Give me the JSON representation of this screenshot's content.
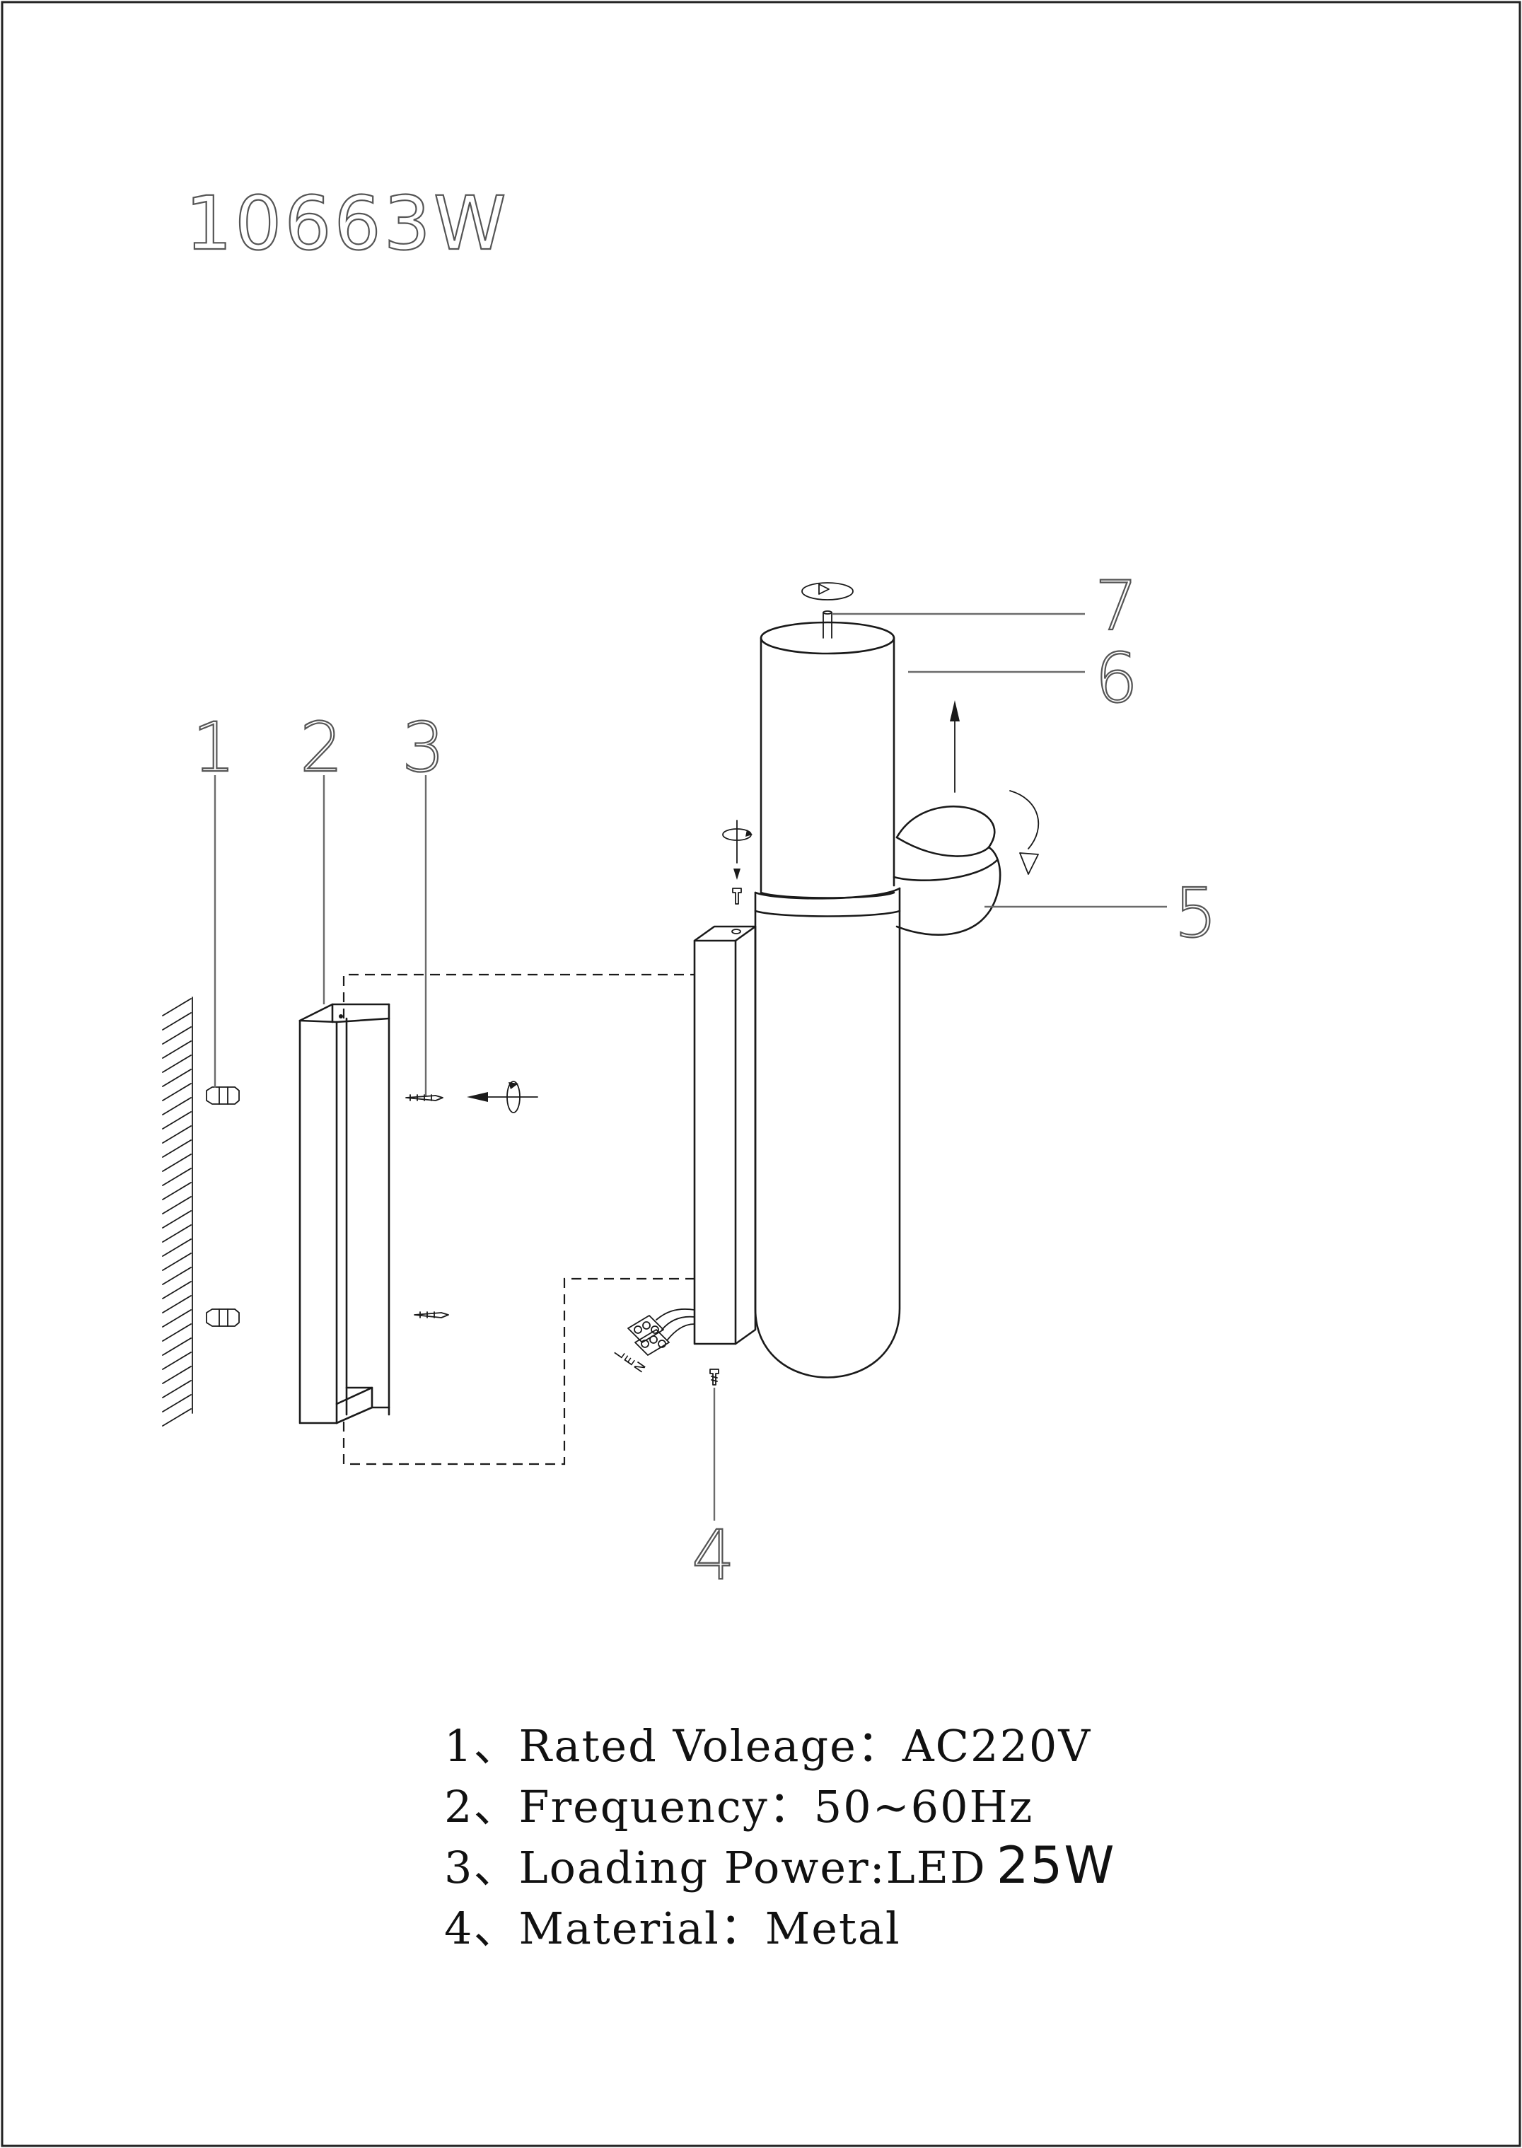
{
  "model_number": "10663W",
  "callouts": {
    "c1": "1",
    "c2": "2",
    "c3": "3",
    "c4": "4",
    "c5": "5",
    "c6": "6",
    "c7": "7"
  },
  "wire_labels": [
    "L",
    "E",
    "N"
  ],
  "specs": [
    {
      "num": "1、",
      "label": "Rated Voleage：",
      "value": "AC220V"
    },
    {
      "num": "2、",
      "label": "Frequency：",
      "value": "50~60Hz"
    },
    {
      "num": "3、",
      "label": "Loading Power:",
      "value": "LED",
      "value_big": "25W"
    },
    {
      "num": "4、",
      "label": "Material：",
      "value": "Metal"
    }
  ]
}
